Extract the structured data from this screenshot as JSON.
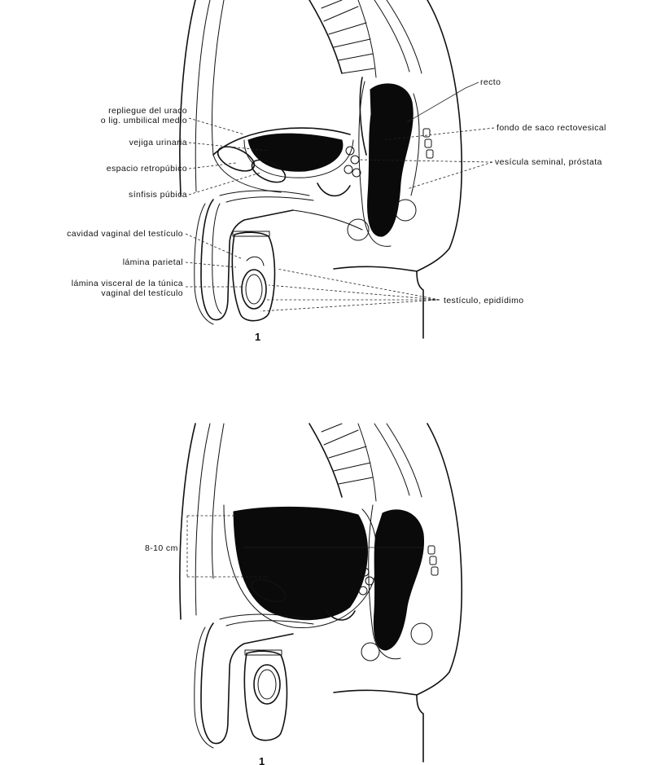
{
  "labels": {
    "uraco": "repliegue del uraco",
    "lig_umbilical": "o lig. umbilical medio",
    "vejiga": "vejiga urinaria",
    "espacio": "espacio retropúbico",
    "sinfisis": "sínfisis púbica",
    "cavidad": "cavidad vaginal del testículo",
    "lamina_parietal": "lámina parietal",
    "lamina_visceral_1": "lámina visceral de la túnica",
    "lamina_visceral_2": "vaginal del testículo",
    "recto": "recto",
    "fondo": "fondo de saco rectovesical",
    "vesicula": "vesícula seminal, próstata",
    "testiculo": "testículo, epidídimo",
    "measure": "8-10 cm"
  },
  "figures": {
    "fig1_number": "1",
    "fig2_number": "1"
  }
}
